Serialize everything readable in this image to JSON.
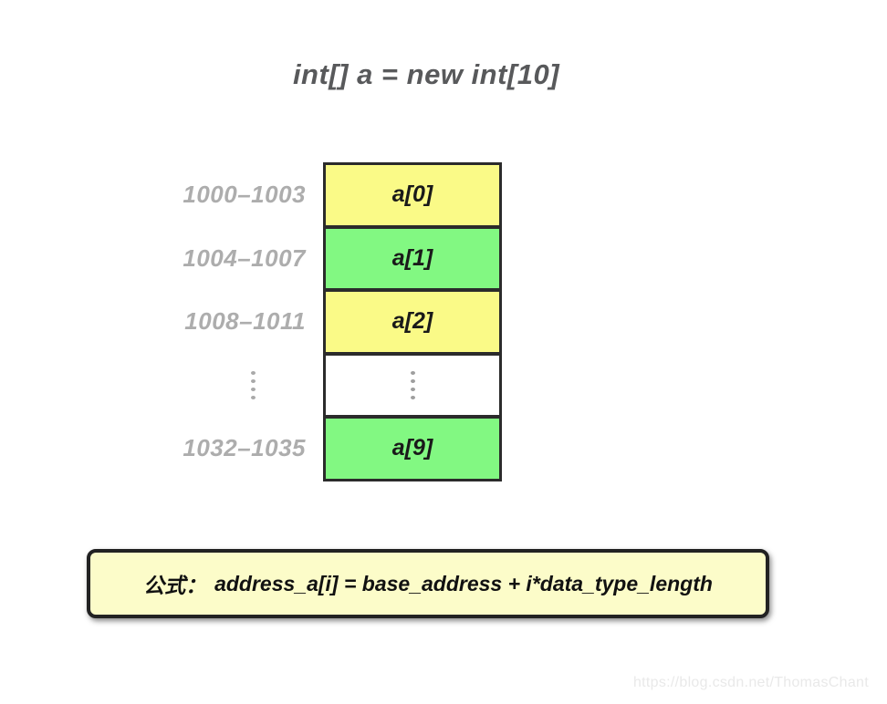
{
  "title": "int[] a = new int[10]",
  "colors": {
    "yellow_cell": "#FAFA87",
    "green_cell": "#82F882",
    "white_cell": "#FFFFFF",
    "cell_border": "#2B2B2B",
    "address_text": "#ADADAD",
    "title_text": "#58595B",
    "formula_bg": "#FCFCC9",
    "formula_border": "#222222",
    "watermark_text": "#E9E9E9"
  },
  "array": {
    "rows": [
      {
        "address": "1000–1003",
        "label": "a[0]",
        "fill": "yellow"
      },
      {
        "address": "1004–1007",
        "label": "a[1]",
        "fill": "green"
      },
      {
        "address": "1008–1011",
        "label": "a[2]",
        "fill": "yellow"
      },
      {
        "address": "",
        "label": "",
        "fill": "white",
        "ellipsis": true
      },
      {
        "address": "1032–1035",
        "label": "a[9]",
        "fill": "green"
      }
    ]
  },
  "formula": {
    "label": "公式：",
    "expression": "address_a[i] = base_address + i*data_type_length"
  },
  "watermark": "https://blog.csdn.net/ThomasChant"
}
